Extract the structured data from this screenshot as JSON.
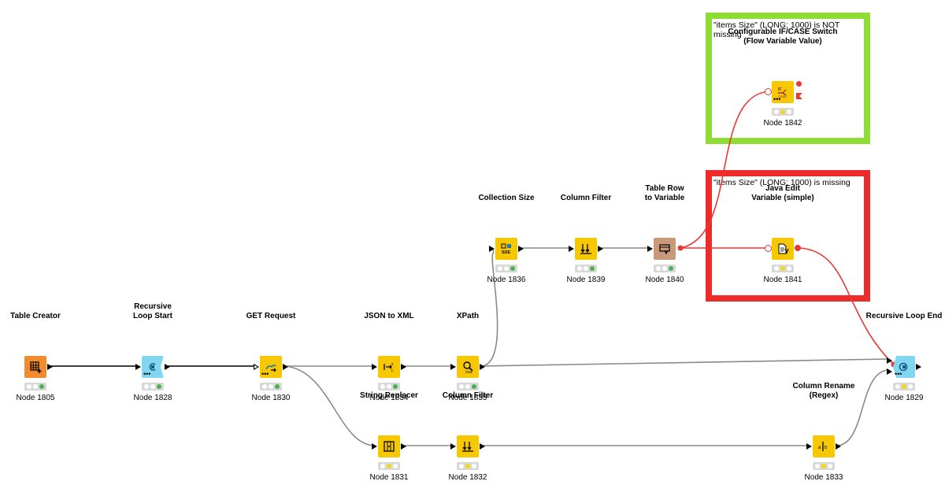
{
  "annotations": [
    {
      "id": "ann-not-missing",
      "text": "\"items Size\" (LONG: 1000) is NOT missing",
      "border_color": "#8fdc34"
    },
    {
      "id": "ann-missing",
      "text": "\"items Size\" (LONG: 1000) is missing",
      "border_color": "#ee2b2b"
    }
  ],
  "colors": {
    "manipulator": "#f7c800",
    "source": "#f28b2e",
    "loop": "#82d7f0",
    "to_variable": "#c89a7a",
    "data_link": "#8a8a8a",
    "variable_link": "#e53935",
    "black_link": "#000000"
  },
  "nodes": [
    {
      "id": "n1805",
      "title": "Table Creator",
      "label": "Node 1805",
      "icon": "table-creator-icon",
      "kind": "source",
      "status": [
        "off",
        "off",
        "green"
      ]
    },
    {
      "id": "n1828",
      "title": "Recursive\nLoop Start",
      "label": "Node 1828",
      "icon": "recursive-loop-start-icon",
      "kind": "loop",
      "status": [
        "off",
        "off",
        "green"
      ]
    },
    {
      "id": "n1830",
      "title": "GET Request",
      "label": "Node 1830",
      "icon": "get-request-icon",
      "kind": "manipulator",
      "status": [
        "off",
        "off",
        "green"
      ]
    },
    {
      "id": "n1834",
      "title": "JSON to XML",
      "label": "Node 1834",
      "icon": "json-to-xml-icon",
      "kind": "manipulator",
      "status": [
        "off",
        "off",
        "green"
      ]
    },
    {
      "id": "n1835",
      "title": "XPath",
      "label": "Node 1835",
      "icon": "xpath-icon",
      "kind": "manipulator",
      "status": [
        "off",
        "off",
        "green"
      ]
    },
    {
      "id": "n1836",
      "title": "Collection Size",
      "label": "Node 1836",
      "icon": "collection-size-icon",
      "kind": "manipulator",
      "status": [
        "off",
        "off",
        "green"
      ]
    },
    {
      "id": "n1839",
      "title": "Column Filter",
      "label": "Node 1839",
      "icon": "column-filter-icon",
      "kind": "manipulator",
      "status": [
        "off",
        "off",
        "green"
      ]
    },
    {
      "id": "n1840",
      "title": "Table Row\nto Variable",
      "label": "Node 1840",
      "icon": "table-row-to-variable-icon",
      "kind": "to_variable",
      "status": [
        "off",
        "off",
        "green"
      ]
    },
    {
      "id": "n1841",
      "title": "Java Edit\nVariable (simple)",
      "label": "Node 1841",
      "icon": "java-edit-variable-icon",
      "kind": "manipulator",
      "status": [
        "off",
        "yellow",
        "off"
      ]
    },
    {
      "id": "n1842",
      "title": "Configurable IF/CASE Switch\n(Flow Variable Value)",
      "label": "Node 1842",
      "icon": "if-case-switch-icon",
      "kind": "manipulator",
      "status": [
        "off",
        "yellow",
        "off"
      ]
    },
    {
      "id": "n1829",
      "title": "Recursive Loop End",
      "label": "Node 1829",
      "icon": "recursive-loop-end-icon",
      "kind": "loop",
      "status": [
        "off",
        "yellow",
        "off"
      ]
    },
    {
      "id": "n1831",
      "title": "String Replacer",
      "label": "Node 1831",
      "icon": "string-replacer-icon",
      "kind": "manipulator",
      "status": [
        "off",
        "yellow",
        "off"
      ]
    },
    {
      "id": "n1832",
      "title": "Column Filter",
      "label": "Node 1832",
      "icon": "column-filter-icon",
      "kind": "manipulator",
      "status": [
        "off",
        "yellow",
        "off"
      ]
    },
    {
      "id": "n1833",
      "title": "Column Rename\n(Regex)",
      "label": "Node 1833",
      "icon": "column-rename-regex-icon",
      "kind": "manipulator",
      "status": [
        "off",
        "yellow",
        "off"
      ]
    }
  ]
}
